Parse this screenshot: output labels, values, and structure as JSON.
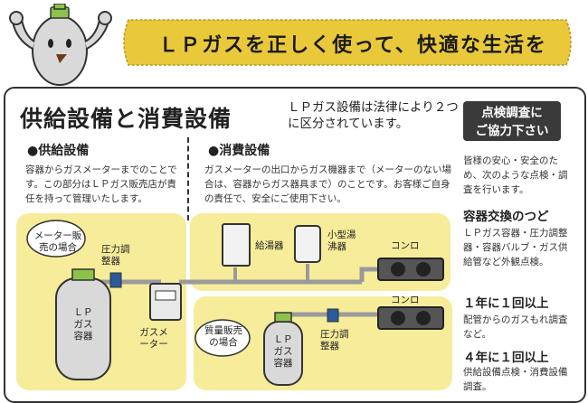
{
  "banner": {
    "title": "ＬＰガスを正しく使って、快適な生活を"
  },
  "header": {
    "main_title": "供給設備と消費設備",
    "intro": "ＬＰガス設備は法律により２つに区分されています。"
  },
  "supply": {
    "heading": "●供給設備",
    "description": "容器からガスメーターまでのことです。この部分はＬＰガス販売店が責任を持って管理いたします。"
  },
  "consumption": {
    "heading": "●消費設備",
    "description": "ガスメーターの出口からガス機器まで（メーターのない場合は、容器からガス器具まで）のことです。お客様ご自身の責任で、安全にご使用下さい。"
  },
  "sidebar": {
    "title_line1": "点検調査に",
    "title_line2": "ご協力下さい",
    "intro": "皆様の安心・安全のため、次のような点検・調査を行います。",
    "items": [
      {
        "heading": "容器交換のつど",
        "text": "ＬＰガス容器・圧力調整器・容器バルブ・ガス供給管など外観点検。"
      },
      {
        "heading": "１年に１回以上",
        "text": "配管からのガスもれ調査など。"
      },
      {
        "heading": "４年に１回以上",
        "text": "供給設備点検・消費設備調査。"
      }
    ]
  },
  "diagram": {
    "meter_sale_label": "メーター販売の場合",
    "mass_sale_label": "質量販売の場合",
    "regulator_label": "圧力調整器",
    "lpg_cylinder_label": "ＬＰガス容器",
    "gas_meter_label": "ガスメーター",
    "water_heater_label": "給湯器",
    "small_heater_label": "小型湯沸器",
    "stove_label": "コンロ"
  },
  "colors": {
    "panel_yellow": "#f6ec9a",
    "banner_gold": "#e9c93a",
    "pipe_gray": "#9a9a9a",
    "dark": "#3a3a3a"
  }
}
